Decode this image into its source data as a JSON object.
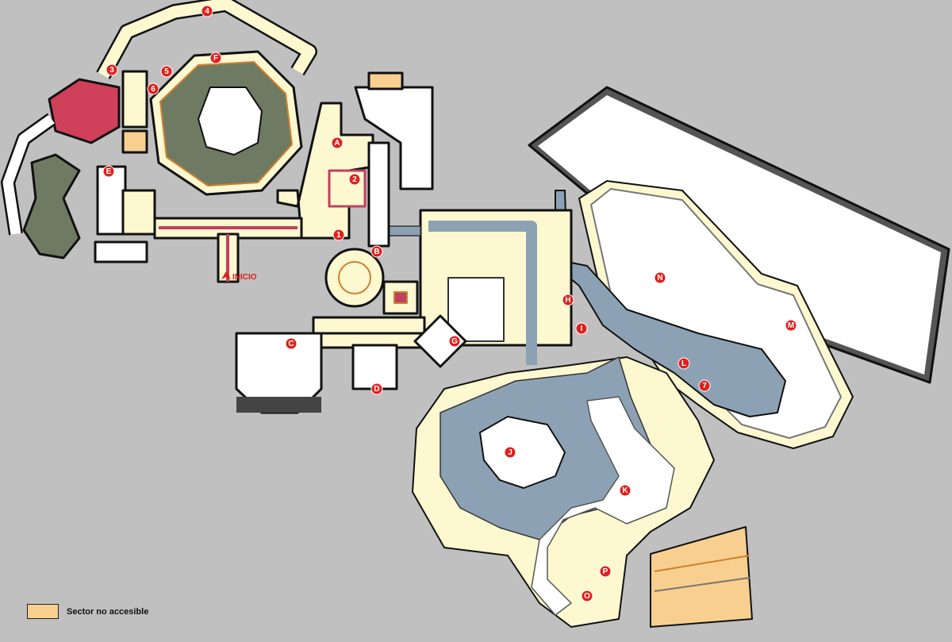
{
  "map": {
    "markers": [
      "A",
      "B",
      "C",
      "D",
      "E",
      "F",
      "G",
      "H",
      "I",
      "J",
      "K",
      "L",
      "M",
      "N",
      "O",
      "P",
      "1",
      "2",
      "3",
      "4",
      "5",
      "6",
      "7"
    ],
    "start_label": "INICIO"
  },
  "legend": {
    "items": [
      {
        "label": "Sector no accesible",
        "color": "#f8cf8e"
      }
    ]
  },
  "colors": {
    "background": "#c0c0c0",
    "floor": "#fdf8d0",
    "wall": "#111111",
    "water": "#8ca2b4",
    "grass": "#6f7a62",
    "lava": "#d0405a",
    "marker": "#e0201c",
    "inaccessible": "#f8cf8e"
  }
}
